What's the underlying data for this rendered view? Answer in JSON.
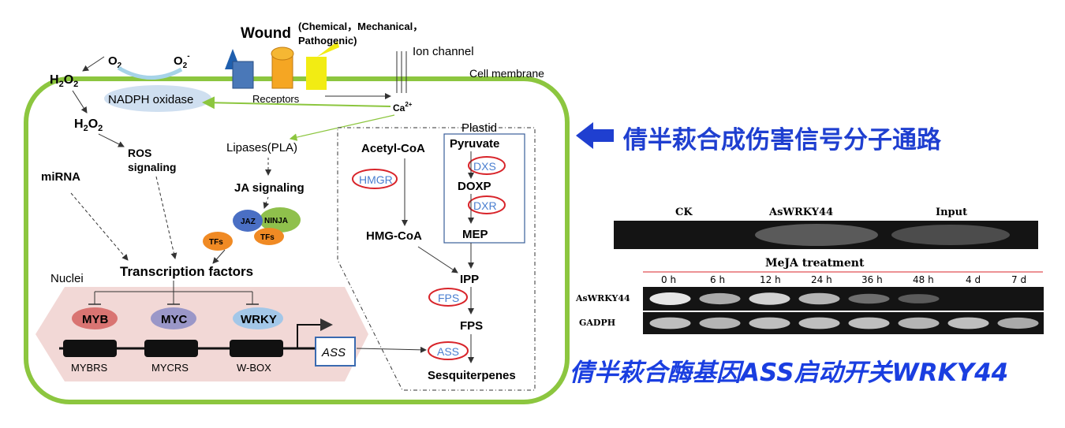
{
  "left_diagram": {
    "o2": "O",
    "o2_sub": "2",
    "o2_minus": "O",
    "o2_minus_sub": "2",
    "o2_minus_sup": "-",
    "h2o2_top": "H",
    "h2o2_top_2a": "2",
    "h2o2_top_o": "O",
    "h2o2_top_2b": "2",
    "h2o2_mid": "H",
    "h2o2_mid_2a": "2",
    "h2o2_mid_o": "O",
    "h2o2_mid_2b": "2",
    "wound": "Wound",
    "wound_causes_1": "(Chemical，Mechanical，",
    "wound_causes_2": "Pathogenic)",
    "ion_channel": "Ion channel",
    "cell_membrane": "Cell membrane",
    "nadph_oxidase": "NADPH  oxidase",
    "receptors": "Receptors",
    "ca": "Ca",
    "ca_sup": "2+",
    "ros_signaling_1": "ROS",
    "ros_signaling_2": "signaling",
    "lipases": "Lipases(PLA)",
    "mirna": "miRNA",
    "ja_signaling": "JA signaling",
    "jaz": "JAZ",
    "ninja": "NINJA",
    "tfs_1": "TFs",
    "tfs_2": "TFs",
    "transcription_factors": "Transcription factors",
    "nuclei": "Nuclei",
    "myb": "MYB",
    "myc": "MYC",
    "wrky": "WRKY",
    "mybrs": "MYBRS",
    "mycrs": "MYCRS",
    "wbox": "W-BOX",
    "ass_gene": "ASS",
    "plastid": "Plastid",
    "acetyl_coa": "Acetyl-CoA",
    "pyruvate": "Pyruvate",
    "dxs": "DXS",
    "doxp": "DOXP",
    "hmgr": "HMGR",
    "dxr": "DXR",
    "hmg_coa": "HMG-CoA",
    "mep": "MEP",
    "ipp": "IPP",
    "fps_enzyme": "FPS",
    "fps_product": "FPS",
    "ass_enzyme": "ASS",
    "sesquiterpenes": "Sesquiterpenes"
  },
  "heading_top": "倩半萩合成伤害信号分子通路",
  "heading_bottom_1": "倩半萩合酶基因",
  "heading_bottom_2": "ASS",
  "heading_bottom_3": "启动开关WRKY44",
  "blot1": {
    "labels": [
      "CK",
      "AsWRKY44",
      "Input"
    ]
  },
  "blot2": {
    "title": "MeJA treatment",
    "timepoints": [
      "0 h",
      "6 h",
      "12 h",
      "24 h",
      "36 h",
      "48 h",
      "4 d",
      "7 d"
    ],
    "rows": [
      "AsWRKY44",
      "GADPH"
    ],
    "aswrky44_band_levels": [
      1.0,
      0.7,
      0.9,
      0.75,
      0.4,
      0.3,
      0.0,
      0.0
    ],
    "gadph_band_levels": [
      0.8,
      0.75,
      0.8,
      0.8,
      0.8,
      0.75,
      0.8,
      0.7
    ]
  },
  "colors": {
    "membrane": "#8cc63f",
    "heading": "#1f3fd0",
    "enzyme_text": "#4a7fd0",
    "enzyme_ring": "#d8242a",
    "nucleus": "#f2d8d6",
    "myb": "#d97472",
    "myc": "#9a97c8",
    "wrky": "#a3c7e8"
  }
}
